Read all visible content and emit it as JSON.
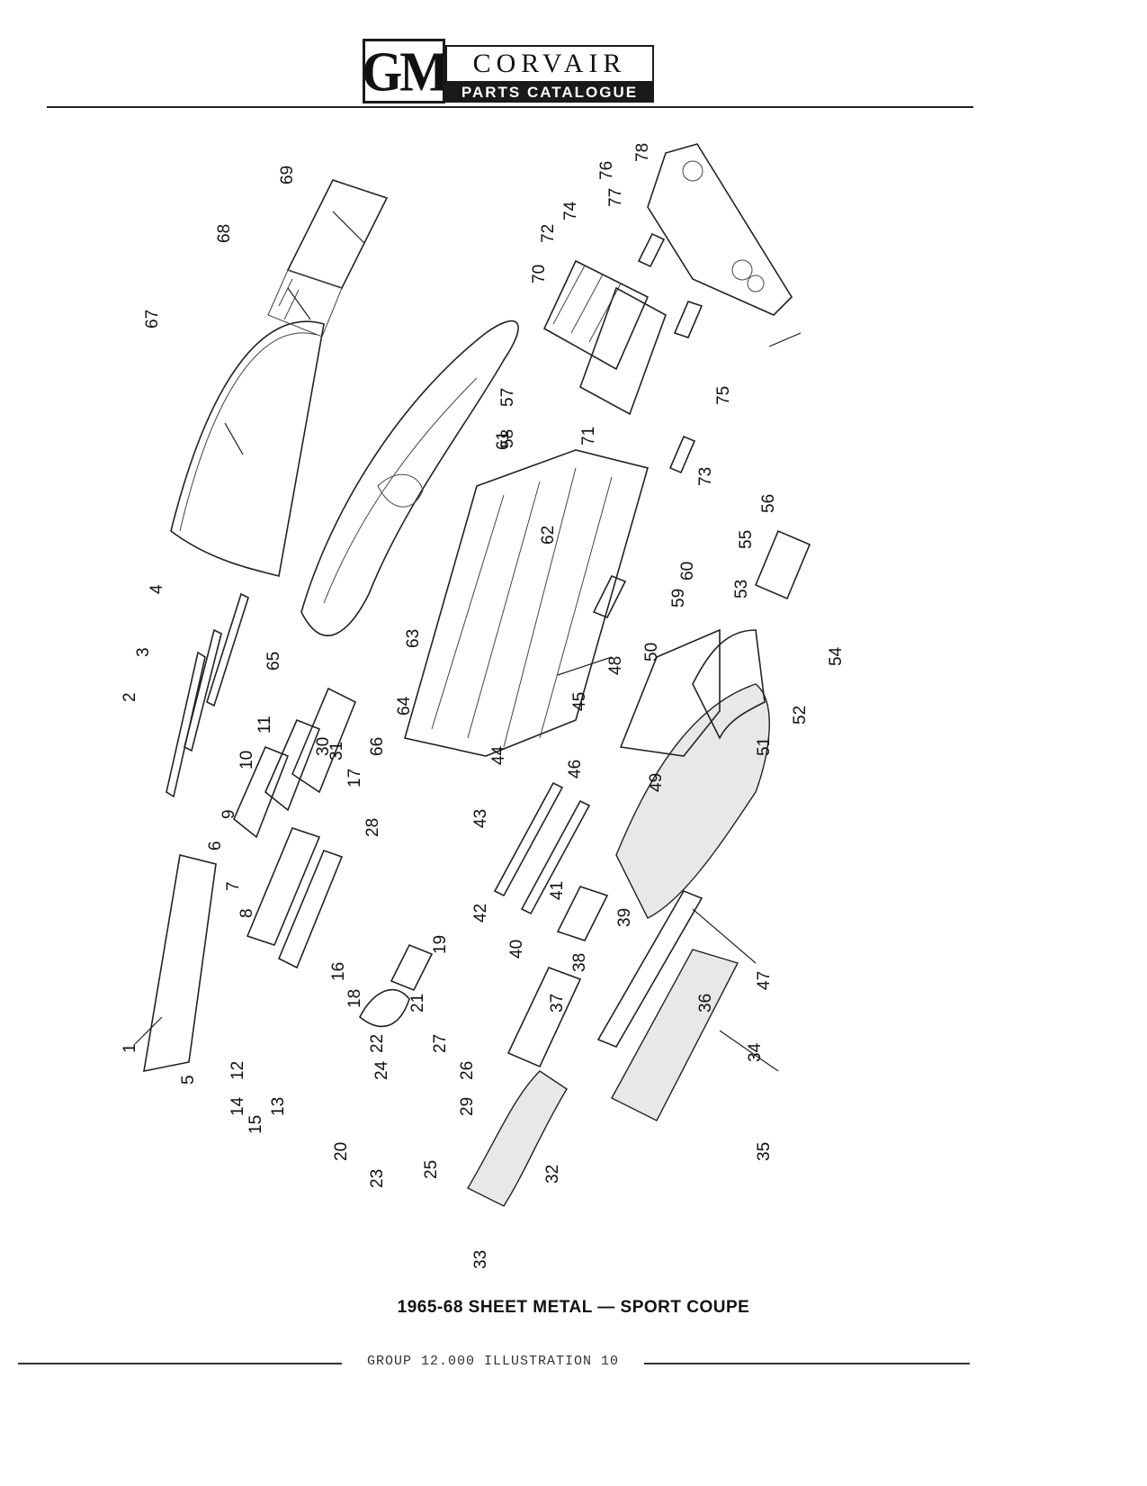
{
  "header": {
    "logo_gm": "GM",
    "logo_corvair": "CORVAIR",
    "logo_catalogue": "PARTS CATALOGUE"
  },
  "caption": "1965-68 SHEET METAL — SPORT COUPE",
  "footer": "GROUP 12.000 ILLUSTRATION 10",
  "callouts": [
    "1",
    "2",
    "3",
    "4",
    "5",
    "6",
    "7",
    "8",
    "9",
    "10",
    "11",
    "12",
    "13",
    "14",
    "15",
    "16",
    "17",
    "18",
    "19",
    "20",
    "21",
    "22",
    "23",
    "24",
    "25",
    "26",
    "27",
    "28",
    "29",
    "30",
    "31",
    "32",
    "33",
    "34",
    "35",
    "36",
    "37",
    "38",
    "39",
    "40",
    "41",
    "42",
    "43",
    "44",
    "45",
    "46",
    "47",
    "48",
    "49",
    "50",
    "51",
    "52",
    "53",
    "54",
    "55",
    "56",
    "57",
    "58",
    "59",
    "60",
    "61",
    "62",
    "63",
    "64",
    "65",
    "66",
    "67",
    "68",
    "69",
    "70",
    "71",
    "72",
    "73",
    "74",
    "75",
    "76",
    "77",
    "78"
  ]
}
